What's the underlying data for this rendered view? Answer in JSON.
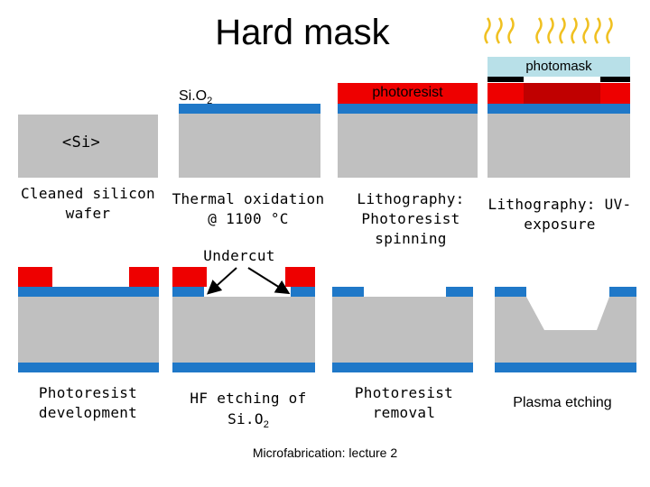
{
  "title": "Hard mask",
  "labels": {
    "photomask": "photomask",
    "photoresist": "photoresist",
    "sio2": "Si.O",
    "sio2_sub": "2",
    "si": "<Si>",
    "undercut": "Undercut"
  },
  "steps": {
    "s1": "Cleaned silicon wafer",
    "s2": "Thermal oxidation @ 1100 °C",
    "s3": "Lithography: Photoresist spinning",
    "s4": "Lithography: UV-exposure",
    "s5": "Photoresist development",
    "s6_main": "HF etching of Si.O",
    "s6_sub": "2",
    "s7": "Photoresist removal",
    "s8": "Plasma etching"
  },
  "footer": "Microfabrication: lecture 2",
  "colors": {
    "silicon": "#c0c0c0",
    "oxide": "#1f78c8",
    "photoresist": "#ee0000",
    "exposed_resist": "#c00000",
    "photomask": "#b8e0e8",
    "uv_light": "#f0c020"
  }
}
